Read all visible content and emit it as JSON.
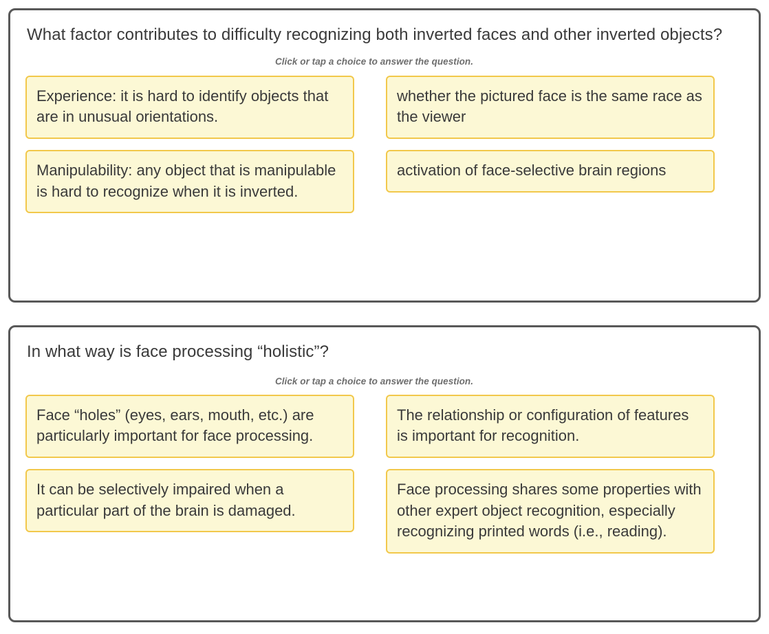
{
  "theme": {
    "card_border_color": "#585858",
    "choice_fill_color": "#fcf8d5",
    "choice_border_color": "#f2c84b",
    "text_color": "#3a3a3a",
    "hint_color": "#6e6e6e"
  },
  "questions": [
    {
      "prompt": "What factor contributes to difficulty recognizing both inverted faces and other inverted objects?",
      "hint": "Click or tap a choice to answer the question.",
      "left_choices": [
        "Experience: it is hard to identify objects that are in unusual orientations.",
        "Manipulability: any object that is manipulable is hard to recognize when it is inverted."
      ],
      "right_choices": [
        "whether the pictured face is the same race as the viewer",
        "activation of face-selective brain regions"
      ]
    },
    {
      "prompt": "In what way is face processing “holistic”?",
      "hint": "Click or tap a choice to answer the question.",
      "left_choices": [
        "Face “holes” (eyes, ears, mouth, etc.) are particularly important for face processing.",
        "It can be selectively impaired when a particular part of the brain is damaged."
      ],
      "right_choices": [
        "The relationship or configuration of features is important for recognition.",
        "Face processing shares some properties with other expert object recognition, especially recognizing printed words (i.e., reading)."
      ]
    }
  ]
}
